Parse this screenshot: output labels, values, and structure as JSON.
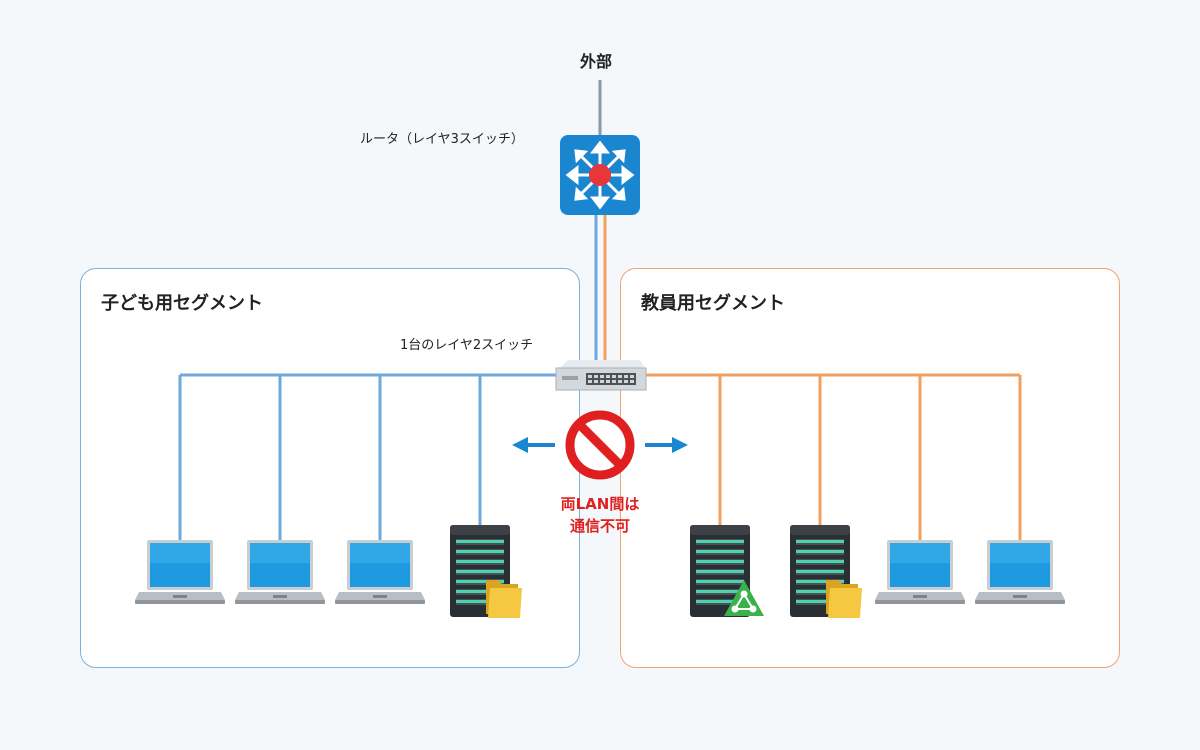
{
  "external_label": "外部",
  "router_label": "ルータ（レイヤ3スイッチ）",
  "switch_label": "1台のレイヤ2スイッチ",
  "blocked_line1": "両LAN間は",
  "blocked_line2": "通信不可",
  "segments": [
    {
      "title": "子ども用セグメント",
      "color": "#6fa8dc"
    },
    {
      "title": "教員用セグメント",
      "color": "#f0a060"
    }
  ],
  "colors": {
    "blue_line": "#6fa8dc",
    "orange_line": "#f0a060",
    "gray_line": "#8a9aa6",
    "router_bg": "#1a86d0",
    "router_core": "#e8373a",
    "blocked_red": "#e02020",
    "arrow_blue": "#1a86d0"
  },
  "devices_children": [
    "laptop-icon",
    "laptop-icon",
    "laptop-icon",
    "file-server-icon"
  ],
  "devices_staff": [
    "admin-server-icon",
    "file-server-icon",
    "laptop-icon",
    "laptop-icon"
  ]
}
